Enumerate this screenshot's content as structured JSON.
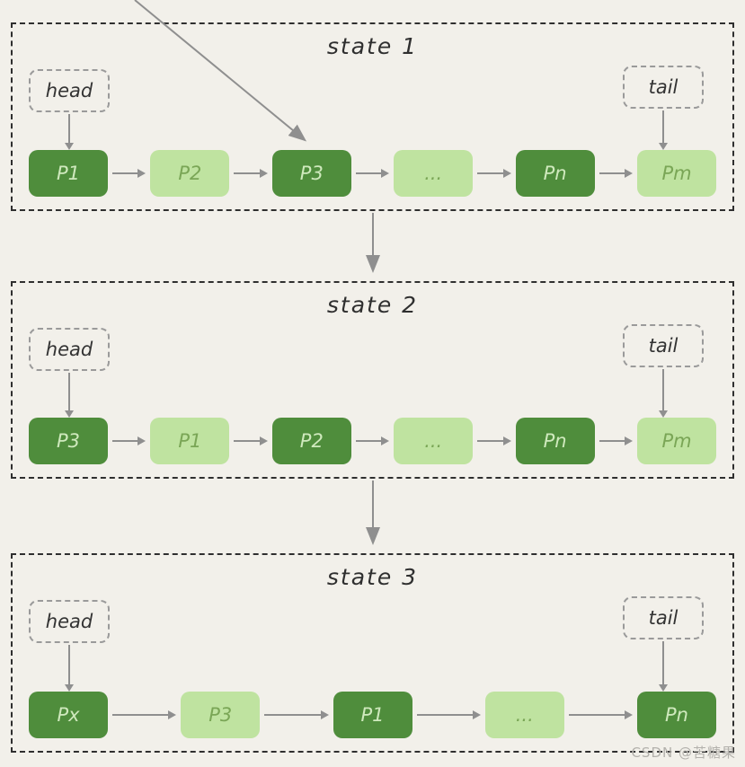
{
  "diagram": {
    "states": [
      {
        "title": "state 1",
        "head": "head",
        "tail": "tail",
        "nodes": [
          {
            "label": "P1",
            "variant": "dark"
          },
          {
            "label": "P2",
            "variant": "light"
          },
          {
            "label": "P3",
            "variant": "dark"
          },
          {
            "label": "...",
            "variant": "light"
          },
          {
            "label": "Pn",
            "variant": "dark"
          },
          {
            "label": "Pm",
            "variant": "light"
          }
        ]
      },
      {
        "title": "state 2",
        "head": "head",
        "tail": "tail",
        "nodes": [
          {
            "label": "P3",
            "variant": "dark"
          },
          {
            "label": "P1",
            "variant": "light"
          },
          {
            "label": "P2",
            "variant": "dark"
          },
          {
            "label": "...",
            "variant": "light"
          },
          {
            "label": "Pn",
            "variant": "dark"
          },
          {
            "label": "Pm",
            "variant": "light"
          }
        ]
      },
      {
        "title": "state 3",
        "head": "head",
        "tail": "tail",
        "nodes": [
          {
            "label": "Px",
            "variant": "dark"
          },
          {
            "label": "P3",
            "variant": "light"
          },
          {
            "label": "P1",
            "variant": "dark"
          },
          {
            "label": "...",
            "variant": "light"
          },
          {
            "label": "Pn",
            "variant": "dark"
          }
        ]
      }
    ]
  },
  "watermark": "CSDN @苦糖果",
  "colors": {
    "background": "#f2f0ea",
    "node_dark": "#4f8d3c",
    "node_light": "#bfe3a0",
    "node_dark_text": "#cfe9bd",
    "node_light_text": "#7aa656",
    "arrow": "#8f8f8f",
    "frame_border": "#2f2f2f",
    "tag_border": "#9a9a9a"
  }
}
